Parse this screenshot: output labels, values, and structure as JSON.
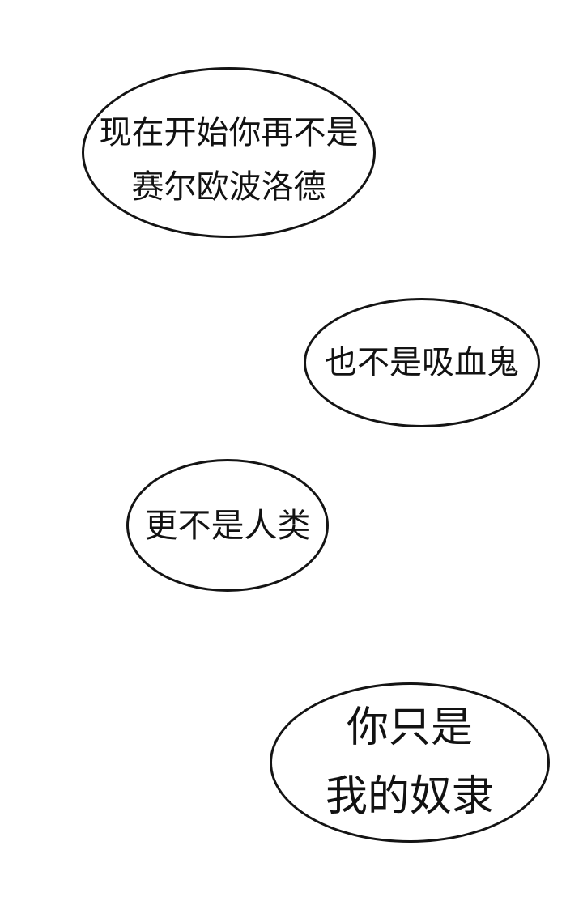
{
  "page": {
    "type": "comic-speech-page",
    "background_color": "#ffffff",
    "bubble_outline_color": "#141414",
    "text_color": "#121212"
  },
  "bubbles": [
    {
      "id": "speech-bubble-1",
      "lines": [
        "现在开始你再不是",
        "赛尔欧波洛德"
      ]
    },
    {
      "id": "speech-bubble-2",
      "lines": [
        "也不是吸血鬼"
      ]
    },
    {
      "id": "speech-bubble-3",
      "lines": [
        "更不是人类"
      ]
    },
    {
      "id": "speech-bubble-4",
      "lines": [
        "你只是",
        "我的奴隶"
      ]
    }
  ]
}
